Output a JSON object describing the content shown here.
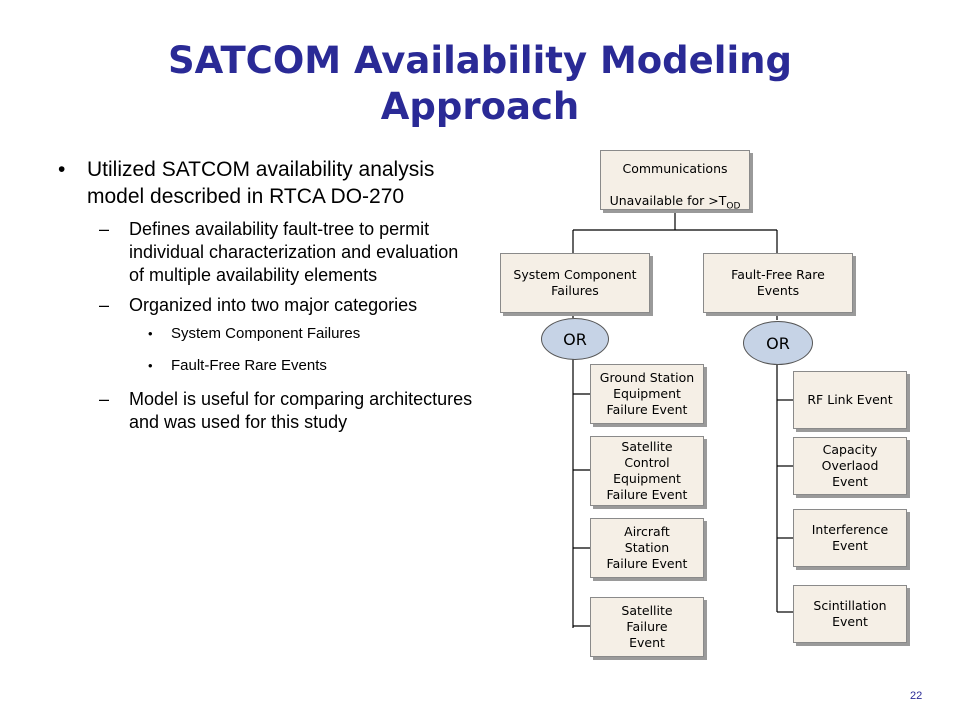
{
  "slide": {
    "title_line1": "SATCOM Availability Modeling",
    "title_line2": "Approach",
    "page_number": "22"
  },
  "bullets": {
    "b1": "Utilized SATCOM availability analysis model described in RTCA DO-270",
    "b1_sub1": "Defines availability fault-tree to permit individual characterization and evaluation of  multiple availability elements",
    "b1_sub2": "Organized into two major categories",
    "b1_sub2_a": "System Component Failures",
    "b1_sub2_b": "Fault-Free Rare Events",
    "b1_sub3": "Model is useful for comparing architectures and was used for this study"
  },
  "markers": {
    "dot": "•",
    "dash": "–"
  },
  "tree": {
    "top": {
      "line1": "Communications",
      "line2_prefix": "Unavailable for >T",
      "subscript": "OD"
    },
    "left_category": "System Component\nFailures",
    "right_category": "Fault-Free Rare\nEvents",
    "gate_label": "OR",
    "left_events": [
      "Ground Station\nEquipment\nFailure Event",
      "Satellite\nControl\nEquipment\nFailure Event",
      "Aircraft\nStation\nFailure Event",
      "Satellite\nFailure\nEvent"
    ],
    "right_events": [
      "RF Link Event",
      "Capacity\nOverlaod\nEvent",
      "Interference\nEvent",
      "Scintillation\nEvent"
    ]
  }
}
